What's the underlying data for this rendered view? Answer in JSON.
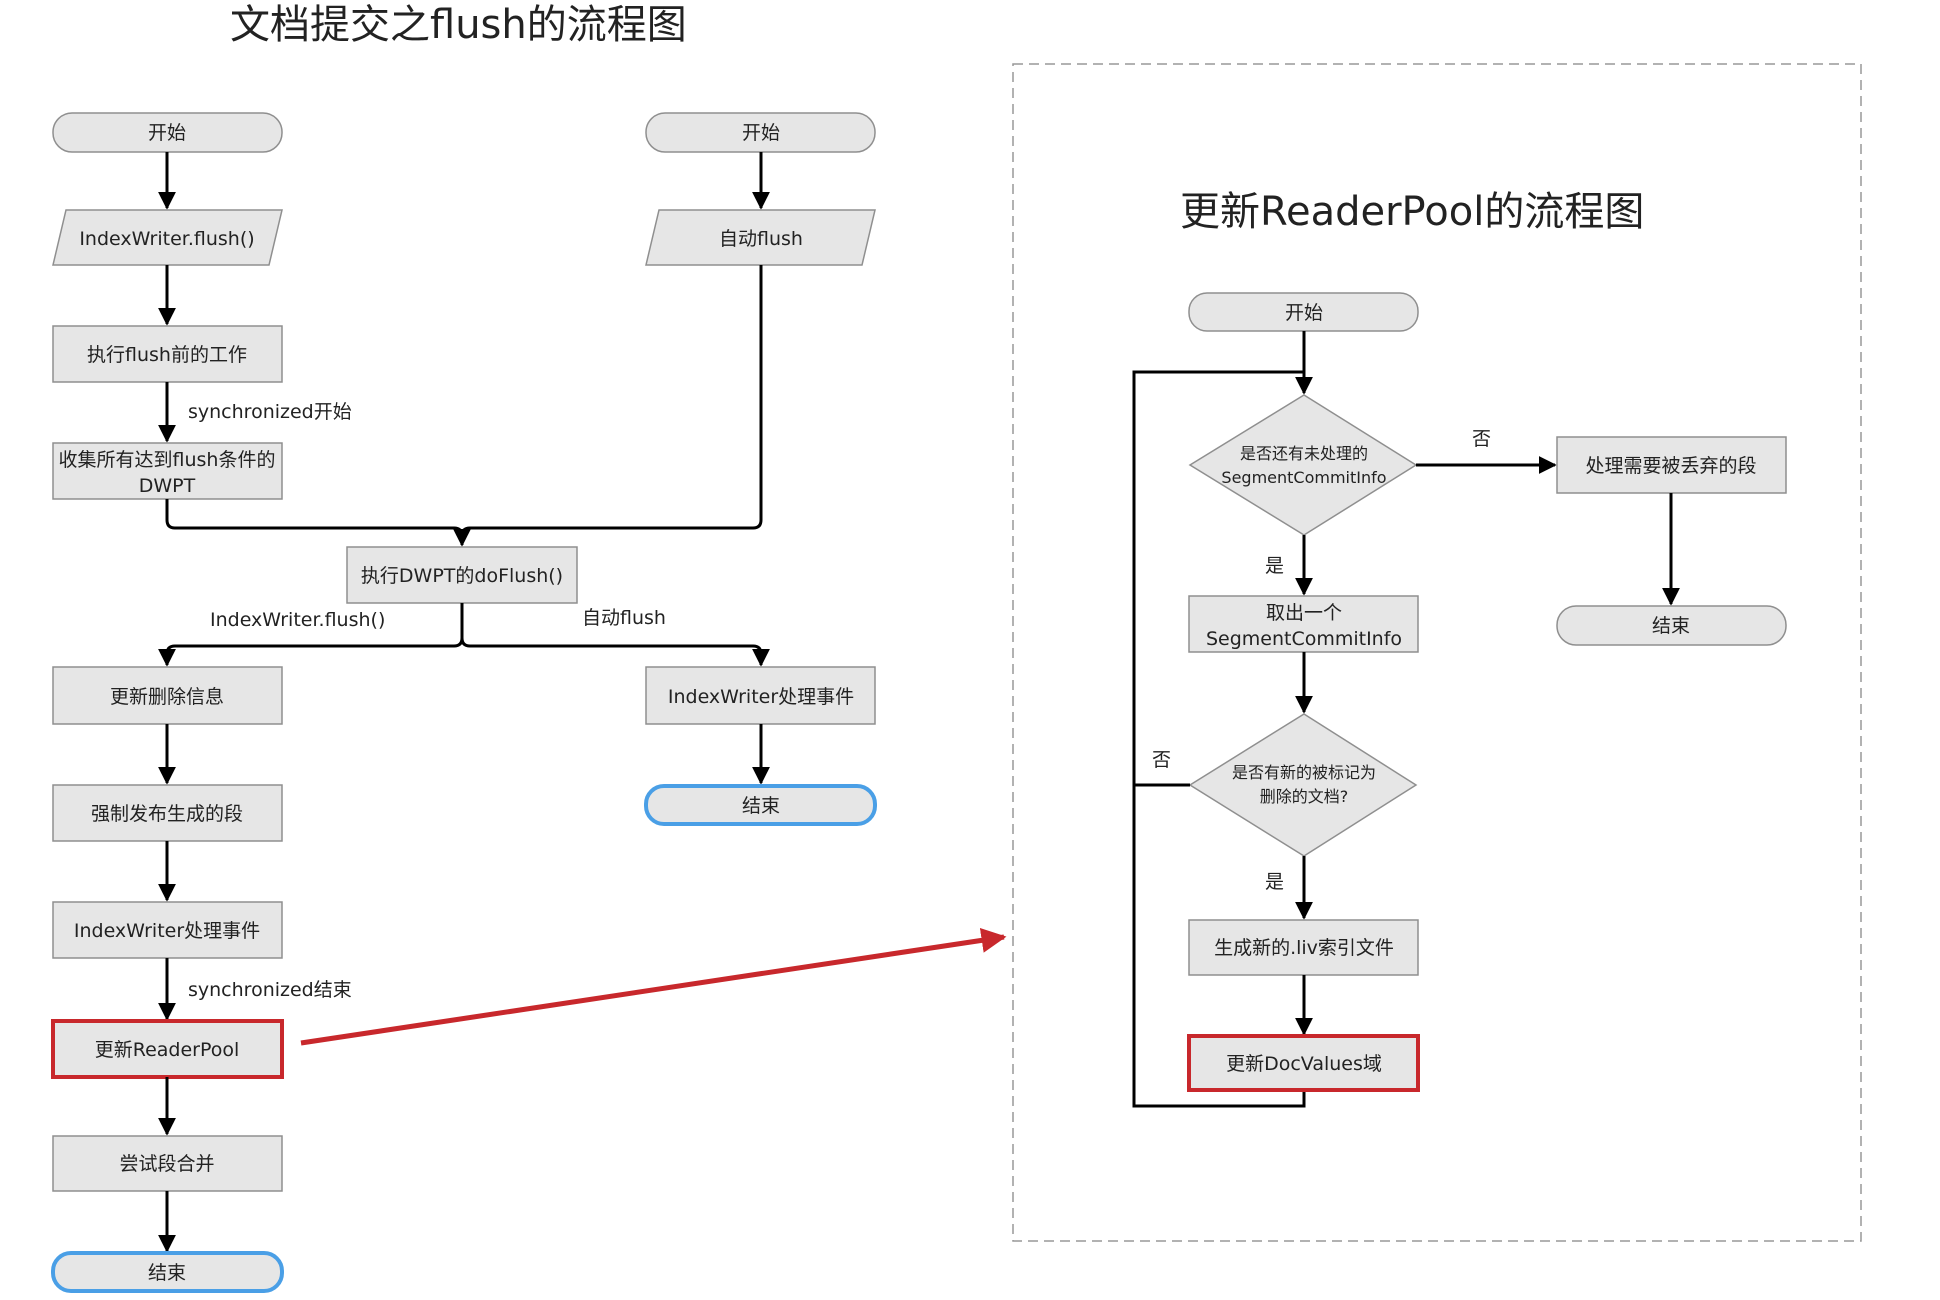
{
  "left": {
    "title": "文档提交之flush的流程图",
    "start_manual": "开始",
    "input_flush": "IndexWriter.flush()",
    "before_flush": "执行flush前的工作",
    "sync_start": "synchronized开始",
    "collect_line1": "收集所有达到flush条件的",
    "collect_line2": "DWPT",
    "start_auto": "开始",
    "input_auto": "自动flush",
    "do_flush": "执行DWPT的doFlush()",
    "branch_left_label": "IndexWriter.flush()",
    "branch_right_label": "自动flush",
    "update_deletes": "更新删除信息",
    "force_publish": "强制发布生成的段",
    "process_events_left": "IndexWriter处理事件",
    "sync_end": "synchronized结束",
    "update_reader_pool": "更新ReaderPool",
    "try_merge": "尝试段合并",
    "end_left": "结束",
    "process_events_right": "IndexWriter处理事件",
    "end_right": "结束"
  },
  "right": {
    "title": "更新ReaderPool的流程图",
    "start": "开始",
    "decision1_line1": "是否还有未处理的",
    "decision1_line2": "SegmentCommitInfo",
    "no_label_1": "否",
    "handle_discard": "处理需要被丢弃的段",
    "end": "结束",
    "yes_label_1": "是",
    "take_line1": "取出一个",
    "take_line2": "SegmentCommitInfo",
    "decision2_line1": "是否有新的被标记为",
    "decision2_line2": "删除的文档?",
    "no_label_2": "否",
    "yes_label_2": "是",
    "gen_liv": "生成新的.liv索引文件",
    "update_docvalues": "更新DocValues域"
  },
  "colors": {
    "node_fill": "#e6e6e6",
    "node_stroke": "#8f8f8f",
    "end_stroke": "#4a9fe6",
    "highlight_red": "#c8282c"
  }
}
